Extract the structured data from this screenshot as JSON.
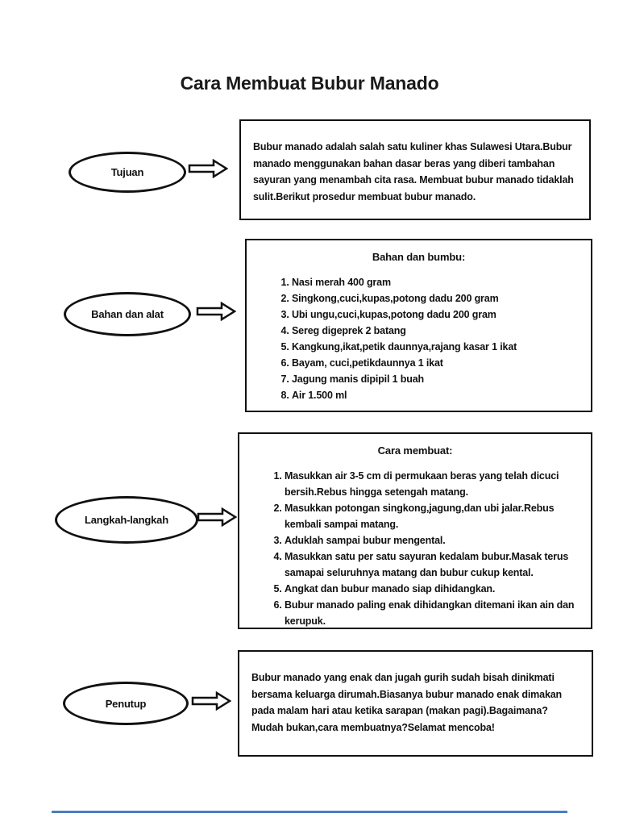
{
  "page": {
    "title": "Cara Membuat Bubur Manado"
  },
  "accent_line_color": "#4a7ebb",
  "rows": [
    {
      "label": "Tujuan",
      "box": {
        "text": "Bubur manado adalah salah satu kuliner khas Sulawesi Utara.Bubur manado menggunakan bahan dasar beras yang diberi tambahan sayuran yang menambah cita rasa. Membuat bubur manado tidaklah sulit.Berikut prosedur membuat bubur manado."
      }
    },
    {
      "label": "Bahan dan alat",
      "box": {
        "heading": "Bahan dan bumbu:",
        "items": [
          "Nasi merah 400 gram",
          "Singkong,cuci,kupas,potong dadu 200 gram",
          "Ubi ungu,cuci,kupas,potong dadu 200 gram",
          "Sereg digeprek 2 batang",
          "Kangkung,ikat,petik daunnya,rajang kasar 1 ikat",
          "Bayam, cuci,petikdaunnya 1 ikat",
          "Jagung manis dipipil 1 buah",
          "Air 1.500 ml"
        ]
      }
    },
    {
      "label": "Langkah-langkah",
      "box": {
        "heading": "Cara membuat:",
        "items": [
          "Masukkan air 3-5 cm di permukaan beras yang telah dicuci bersih.Rebus hingga setengah matang.",
          "Masukkan potongan singkong,jagung,dan ubi jalar.Rebus kembali sampai matang.",
          "Aduklah sampai bubur mengental.",
          "Masukkan satu per satu sayuran kedalam bubur.Masak terus samapai seluruhnya matang dan bubur cukup kental.",
          "Angkat dan bubur manado siap dihidangkan.",
          "Bubur manado paling enak dihidangkan ditemani ikan ain dan kerupuk."
        ]
      }
    },
    {
      "label": "Penutup",
      "box": {
        "text": "Bubur manado yang enak dan jugah gurih sudah bisah dinikmati bersama keluarga dirumah.Biasanya bubur manado enak dimakan pada malam hari atau ketika sarapan (makan pagi).Bagaimana?Mudah bukan,cara membuatnya?Selamat mencoba!"
      }
    }
  ]
}
